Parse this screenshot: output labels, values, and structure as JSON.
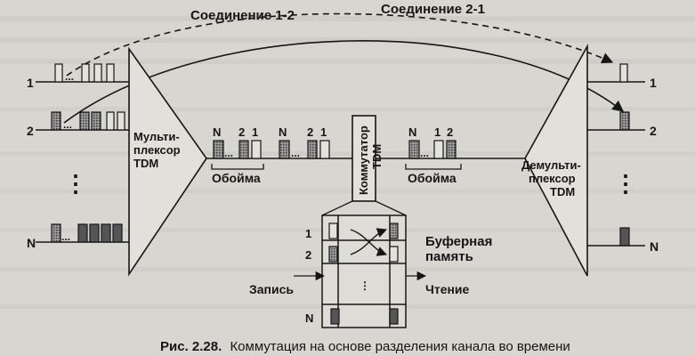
{
  "connections": {
    "conn_1_2": "Соединение 1-2",
    "conn_2_1": "Соединение 2-1"
  },
  "inputs": {
    "ch1": "1",
    "ch2": "2",
    "chN": "N",
    "dots": "⋮"
  },
  "mux": {
    "line1": "Мульти-",
    "line2": "плексор",
    "line3": "TDM"
  },
  "demux": {
    "line1": "Демульти-",
    "line2": "плексор",
    "line3": "TDM"
  },
  "frames": {
    "left": {
      "label": "Обойма",
      "slots": [
        "N",
        "2",
        "1"
      ]
    },
    "mid_slots": [
      "N",
      "2",
      "1"
    ],
    "right": {
      "label": "Обойма",
      "slots": [
        "N",
        "1",
        "2"
      ]
    }
  },
  "switch": {
    "label_line1": "Коммутатор",
    "label_line2": "TDM"
  },
  "buffer": {
    "rows": [
      "1",
      "2",
      "N"
    ],
    "memory_line1": "Буферная",
    "memory_line2": "память",
    "write": "Запись",
    "read": "Чтение"
  },
  "outputs": {
    "ch1": "1",
    "ch2": "2",
    "chN": "N",
    "dots": "⋮"
  },
  "caption": {
    "number": "Рис. 2.28.",
    "text": "Коммутация на основе разделения канала во времени"
  },
  "colors": {
    "ink": "#161616",
    "paper": "#d8d6d0",
    "hatch": "#6a6a6a"
  }
}
